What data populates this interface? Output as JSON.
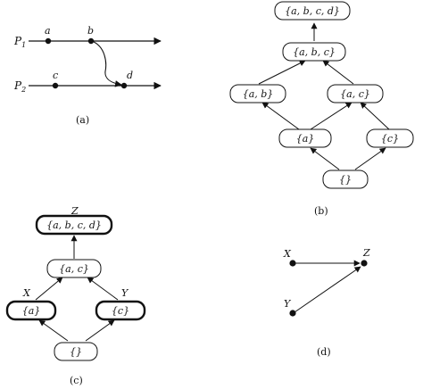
{
  "panel_a": {
    "caption": "(a)",
    "process_labels": [
      "P1",
      "P2"
    ],
    "event_labels": {
      "a": "a",
      "b": "b",
      "c": "c",
      "d": "d"
    }
  },
  "panel_b": {
    "caption": "(b)",
    "nodes": {
      "abcd": "{a, b, c, d}",
      "abc": "{a, b, c}",
      "ab": "{a, b}",
      "ac": "{a, c}",
      "a": "{a}",
      "c": "{c}",
      "empty": "{}"
    }
  },
  "panel_c": {
    "caption": "(c)",
    "nodes": {
      "abcd": "{a, b, c, d}",
      "ac": "{a, c}",
      "a": "{a}",
      "c": "{c}",
      "empty": "{}"
    },
    "labels": {
      "Z": "Z",
      "X": "X",
      "Y": "Y"
    }
  },
  "panel_d": {
    "caption": "(d)",
    "labels": {
      "X": "X",
      "Y": "Y",
      "Z": "Z"
    }
  }
}
